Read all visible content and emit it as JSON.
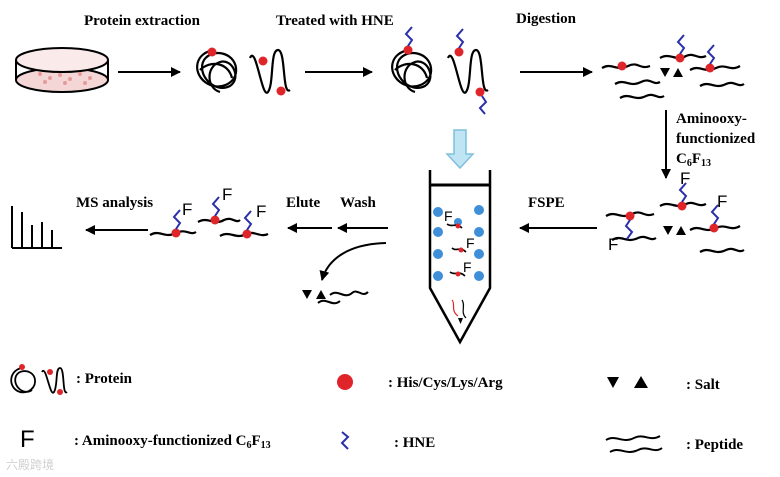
{
  "steps": {
    "protein_extraction": "Protein extraction",
    "treated_hne": "Treated with HNE",
    "digestion": "Digestion",
    "aminooxy_1": "Aminooxy-",
    "aminooxy_2": "functionized",
    "c6f13_base": "C",
    "c6f13_sub1": "6",
    "c6f13_f": "F",
    "c6f13_sub2": "13",
    "fspe": "FSPE",
    "wash": "Wash",
    "elute": "Elute",
    "ms_analysis": "MS analysis"
  },
  "legend": {
    "protein": ": Protein",
    "residues": ": His/Cys/Lys/Arg",
    "salt": ": Salt",
    "aminooxy_tag": ": Aminooxy-functionized  C",
    "aminooxy_sub1": "6",
    "aminooxy_f": "F",
    "aminooxy_sub2": "13",
    "hne": ": HNE",
    "peptide": ": Peptide",
    "f_symbol": "F"
  },
  "watermark": "六殿跨境",
  "colors": {
    "residue": "#e0252a",
    "hne": "#2b2fa8",
    "dish_fill": "#f2c8c8",
    "bead": "#3e8fd8",
    "down_arrow": "#a8d8ee"
  }
}
